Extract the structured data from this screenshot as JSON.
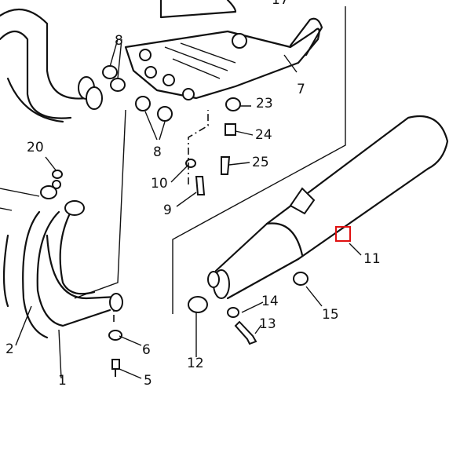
{
  "diagram": {
    "title": "Exhaust system parts diagram",
    "labels": {
      "p1": "1",
      "p2": "2",
      "p5": "5",
      "p6": "6",
      "p7": "7",
      "p8a": "8",
      "p8b": "8",
      "p9": "9",
      "p10": "10",
      "p11": "11",
      "p12": "12",
      "p13": "13",
      "p14": "14",
      "p15": "15",
      "p17": "17",
      "p20": "20",
      "p23": "23",
      "p24": "24",
      "p25": "25"
    },
    "highlight_color": "#e01010"
  }
}
